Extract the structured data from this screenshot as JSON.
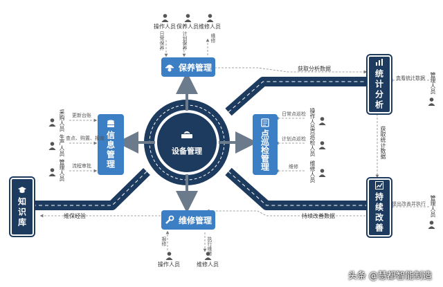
{
  "center": {
    "label": "设备管理"
  },
  "modules": {
    "maintenance": "保养管理",
    "repair": "维修管理",
    "info": "信息管理",
    "inspection": "点巡检管理",
    "statistics": "统计分析",
    "improvement": "持续改善",
    "knowledge": "知识库"
  },
  "top_people": [
    "操作人员",
    "保养人员",
    "维修人员"
  ],
  "top_actions": [
    "日常保养",
    "计划保养",
    "维修"
  ],
  "bottom_people": [
    "操作人员",
    "维修人员"
  ],
  "bottom_actions": [
    "报修",
    "执行维修"
  ],
  "left_people": [
    "采购人员",
    "生产人员",
    "管理人员"
  ],
  "left_actions": [
    "更新台账",
    "查点、购置、报废",
    "流程审批"
  ],
  "right_people": [
    "操作人员",
    "点巡检人员",
    "维修人员"
  ],
  "right_actions": [
    "日常点巡检",
    "计划点巡检",
    "维修"
  ],
  "stats_person": "管理人员",
  "stats_action": "查看统计数据",
  "improve_person": "管理人员",
  "improve_action": "提出改善并执行",
  "flows": {
    "get_analysis": "获取分析数据",
    "get_stats": "获取统计数据",
    "improve_data": "持续改善数据",
    "maintain_exp": "维保经验"
  },
  "watermark": "头条 @慧都智能制造",
  "colors": {
    "navy": "#1d3a5f",
    "blue": "#3d7fc4",
    "arrow": "#6b7b8c"
  }
}
